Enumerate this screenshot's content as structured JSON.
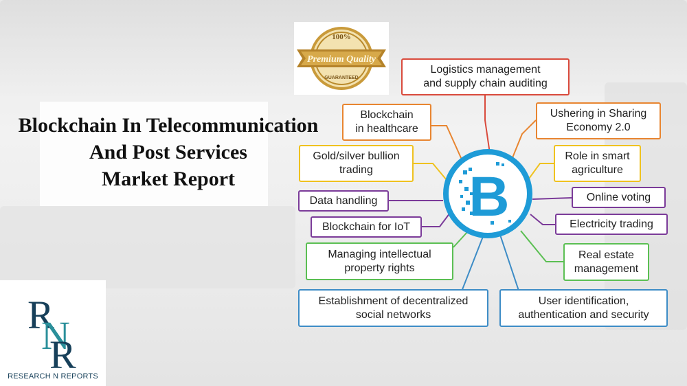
{
  "title": {
    "line1": "Blockchain In Telecommunication",
    "line2": "And Post Services",
    "line3": "Market Report"
  },
  "badge": {
    "top": "100%",
    "middle": "Premium Quality",
    "bottom": "GUARANTEED"
  },
  "logo": {
    "letters": "RNR",
    "caption": "RESEARCH N REPORTS"
  },
  "hub": {
    "glyph": "B",
    "icon": "bitcoin-icon",
    "color": "#1e9bd7"
  },
  "colors": {
    "red": "#d94a3c",
    "orange": "#e88530",
    "yellow": "#efc21f",
    "purple": "#7b3b99",
    "green": "#5bbf53",
    "blue": "#3d8cc6"
  },
  "applications": {
    "logistics": "Logistics management\nand supply chain auditing",
    "healthcare": "Blockchain\nin healthcare",
    "sharing_economy": "Ushering in Sharing\nEconomy 2.0",
    "bullion": "Gold/silver bullion\ntrading",
    "agriculture": "Role in smart\nagriculture",
    "data_handling": "Data handling",
    "online_voting": "Online voting",
    "iot": "Blockchain for IoT",
    "electricity": "Electricity trading",
    "ip_rights": "Managing intellectual\nproperty rights",
    "real_estate": "Real estate\nmanagement",
    "social_networks": "Establishment of decentralized\nsocial networks",
    "user_identification": "User identification,\nauthentication and security"
  }
}
